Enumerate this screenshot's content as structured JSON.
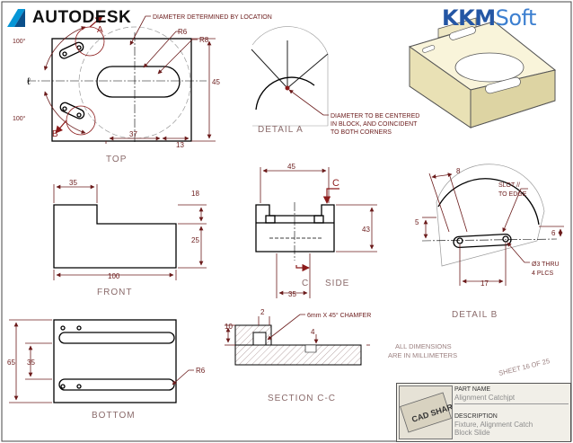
{
  "branding": {
    "left_logo": "AUTODESK",
    "right_logo_bold": "KKM",
    "right_logo_rest": "Soft"
  },
  "views": {
    "top": "TOP",
    "detail_a": "DETAIL A",
    "front": "FRONT",
    "side": "SIDE",
    "detail_b": "DETAIL B",
    "bottom": "BOTTOM",
    "section": "SECTION C-C"
  },
  "annotations": {
    "diameter_location": "DIAMETER DETERMINED BY LOCATION",
    "center_note_1": "DIAMETER TO BE CENTERED",
    "center_note_2": "IN BLOCK, AND COINCIDENT",
    "center_note_3": "TO BOTH CORNERS",
    "slot_note_1": "SLOT //",
    "slot_note_2": "TO EDGE",
    "hole_note_1": "Ø3 THRU",
    "hole_note_2": "4 PLCS",
    "chamfer": "6mm X 45° CHAMFER",
    "units_1": "ALL DIMENSIONS",
    "units_2": "ARE IN MILLIMETERS",
    "sheet": "SHEET 16  OF 25",
    "marker_a": "A",
    "marker_b": "B",
    "marker_c1": "C",
    "marker_c2": "C"
  },
  "dimensions": {
    "top_r6": "R6",
    "top_r8": "R8",
    "top_angle_upper": "100°",
    "top_angle_lower": "100°",
    "top_height": "45",
    "top_width": "37",
    "top_edge": "13",
    "front_width_top": "35",
    "front_step": "18",
    "front_height": "25",
    "front_length": "100",
    "side_width": "45",
    "side_height": "43",
    "side_bottom": "35",
    "detail_b_slot": "8",
    "detail_b_left": "5",
    "detail_b_right": "6",
    "detail_b_bottom": "17",
    "bottom_overall": "65",
    "bottom_inner": "35",
    "bottom_r6": "R6",
    "section_top": "2",
    "section_left": "10",
    "section_right": "4"
  },
  "title_block": {
    "part_label": "PART NAME",
    "part_value": "Alignment Catchjpt",
    "desc_label": "DESCRIPTION",
    "desc_line1": "Fixture, Alignment Catch",
    "desc_line2": "Block Slide",
    "logo_text": "CAD SHARE"
  },
  "colors": {
    "dimension": "#6b1b1b",
    "label": "#8a6a6a",
    "brand_blue": "#2456a4",
    "autodesk_teal": "#0696d7"
  }
}
